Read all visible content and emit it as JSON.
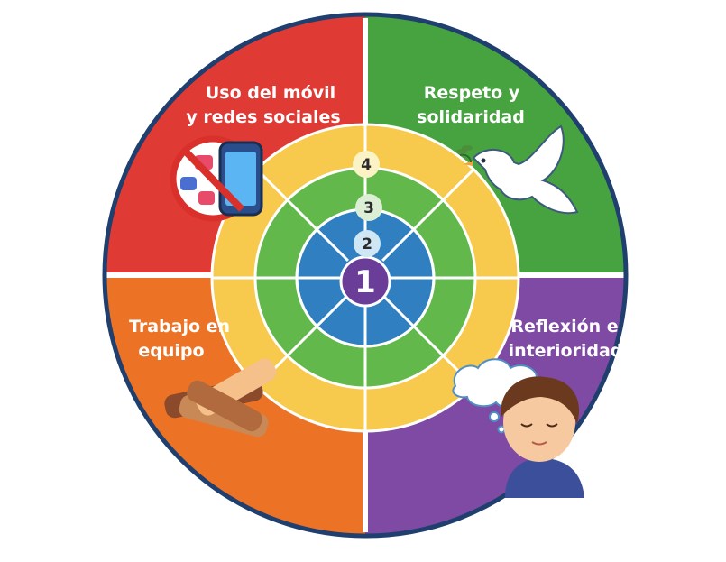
{
  "quadrants": [
    {
      "id": "tl",
      "label_lines": [
        "Uso del móvil",
        "y redes sociales"
      ],
      "color": "#e03a35",
      "icon": "no-phone-icon"
    },
    {
      "id": "tr",
      "label_lines": [
        "Respeto y",
        "solidaridad"
      ],
      "color": "#47a33f",
      "icon": "dove-icon"
    },
    {
      "id": "bl",
      "label_lines": [
        "Trabajo en",
        "equipo"
      ],
      "color": "#ec7325",
      "icon": "hands-together-icon"
    },
    {
      "id": "br",
      "label_lines": [
        "Reflexión e",
        "interioridad"
      ],
      "color": "#7e4aa3",
      "icon": "thinking-child-icon"
    }
  ],
  "levels": [
    {
      "number": "1",
      "color": "#6a3d99"
    },
    {
      "number": "2",
      "color": "#2f7fc1"
    },
    {
      "number": "3",
      "color": "#62b84b"
    },
    {
      "number": "4",
      "color": "#f7c94c"
    }
  ],
  "colors": {
    "outline": "#1f3f6e",
    "divider": "#ffffff"
  }
}
